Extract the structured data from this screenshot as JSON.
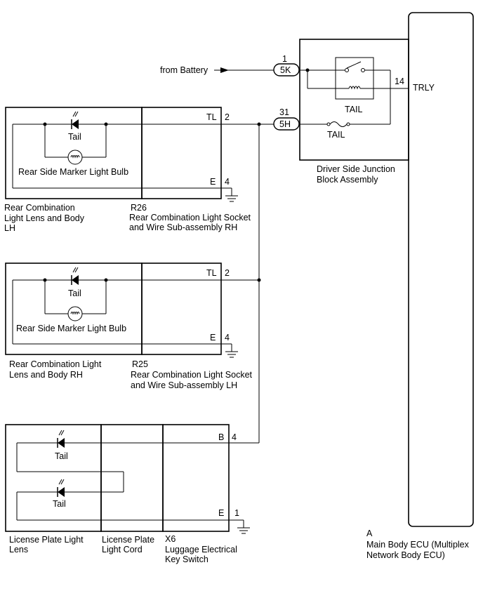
{
  "battery": {
    "label": "from Battery"
  },
  "junction_block": {
    "pin_battery": "1",
    "connector_battery": "5K",
    "pin_tail_out": "31",
    "connector_tail_out": "5H",
    "pin_trly": "14",
    "trly_label": "TRLY",
    "relay_label": "TAIL",
    "fuse_label": "TAIL",
    "name_line1": "Driver Side Junction",
    "name_line2": "Block Assembly"
  },
  "ecu": {
    "code": "A",
    "name_line1": "Main Body ECU (Multiplex",
    "name_line2": "Network Body ECU)"
  },
  "rh_light": {
    "bulb_label": "Tail",
    "marker_label": "Rear Side Marker Light Bulb",
    "terminal_tl": "TL",
    "pin_tl": "2",
    "terminal_e": "E",
    "pin_e": "4",
    "lens_line1": "Rear Combination",
    "lens_line2": "Light Lens and Body",
    "lens_line3": "LH",
    "socket_code": "R26",
    "socket_line1": "Rear Combination Light Socket",
    "socket_line2": "and Wire Sub-assembly RH"
  },
  "lh_light": {
    "bulb_label": "Tail",
    "marker_label": "Rear Side Marker Light Bulb",
    "terminal_tl": "TL",
    "pin_tl": "2",
    "terminal_e": "E",
    "pin_e": "4",
    "lens_line1": "Rear Combination Light",
    "lens_line2": "Lens and Body RH",
    "socket_code": "R25",
    "socket_line1": "Rear Combination Light Socket",
    "socket_line2": "and Wire Sub-assembly LH"
  },
  "license": {
    "bulb1_label": "Tail",
    "bulb2_label": "Tail",
    "terminal_b": "B",
    "pin_b": "4",
    "terminal_e": "E",
    "pin_e": "1",
    "lens_line1": "License Plate Light",
    "lens_line2": "Lens",
    "cord_line1": "License Plate",
    "cord_line2": "Light Cord",
    "switch_code": "X6",
    "switch_line1": "Luggage Electrical",
    "switch_line2": "Key Switch"
  }
}
